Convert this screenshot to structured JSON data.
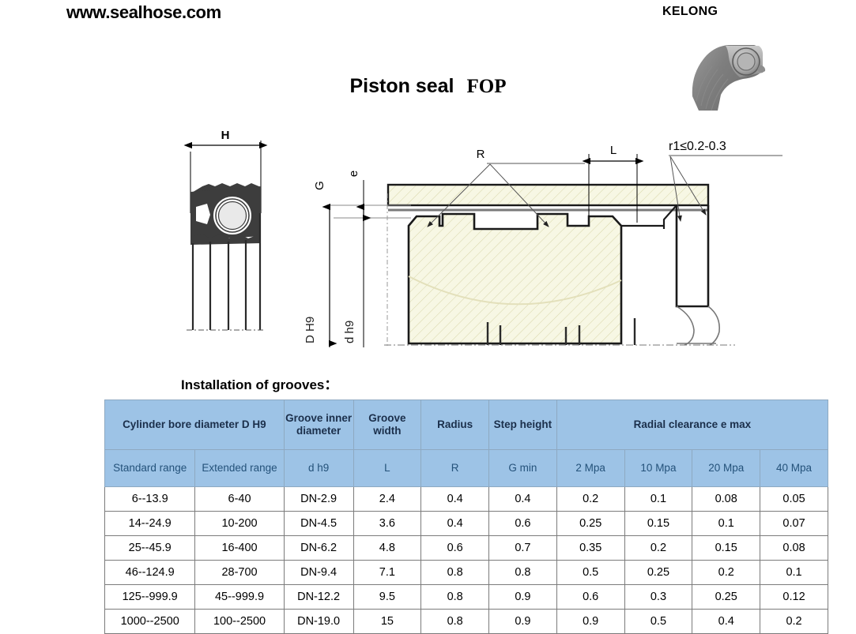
{
  "header": {
    "site_url": "www.sealhose.com",
    "brand": "KELONG"
  },
  "title": {
    "main": "Piston seal",
    "code": "FOP"
  },
  "product_photo": {
    "alt": "piston-seal-fop-photo"
  },
  "drawing": {
    "labels": {
      "h": "H",
      "g": "G",
      "e": "e",
      "r": "R",
      "l": "L",
      "chamfer": "r1≤0.2-0.3",
      "d_bore": "D H9",
      "d_groove": "d h9"
    }
  },
  "section": {
    "grooves_label": "Installation of grooves："
  },
  "table": {
    "group_headers": {
      "bore": "Cylinder bore diameter D H9",
      "groove_inner": "Groove inner diameter",
      "groove_width": "Groove width",
      "radius": "Radius",
      "step_height": "Step height",
      "radial_clearance": "Radial clearance e max"
    },
    "sub_headers": [
      "Standard range",
      "Extended range",
      "d h9",
      "L",
      "R",
      "G min",
      "2 Mpa",
      "10  Mpa",
      "20 Mpa",
      "40 Mpa"
    ],
    "rows": [
      [
        "6--13.9",
        "6-40",
        "DN-2.9",
        "2.4",
        "0.4",
        "0.4",
        "0.2",
        "0.1",
        "0.08",
        "0.05"
      ],
      [
        "14--24.9",
        "10-200",
        "DN-4.5",
        "3.6",
        "0.4",
        "0.6",
        "0.25",
        "0.15",
        "0.1",
        "0.07"
      ],
      [
        "25--45.9",
        "16-400",
        "DN-6.2",
        "4.8",
        "0.6",
        "0.7",
        "0.35",
        "0.2",
        "0.15",
        "0.08"
      ],
      [
        "46--124.9",
        "28-700",
        "DN-9.4",
        "7.1",
        "0.8",
        "0.8",
        "0.5",
        "0.25",
        "0.2",
        "0.1"
      ],
      [
        "125--999.9",
        "45--999.9",
        "DN-12.2",
        "9.5",
        "0.8",
        "0.9",
        "0.6",
        "0.3",
        "0.25",
        "0.12"
      ],
      [
        "1000--2500",
        "100--2500",
        "DN-19.0",
        "15",
        "0.8",
        "0.9",
        "0.9",
        "0.5",
        "0.4",
        "0.2"
      ]
    ]
  },
  "colors": {
    "header_fill": "#9dc3e6",
    "header_text": "#1b2f4b",
    "subheader_text": "#24527a",
    "grid": "#7b7b7b",
    "hatch_fill": "#f7f7e4",
    "seal_dark": "#3a3a3a"
  }
}
